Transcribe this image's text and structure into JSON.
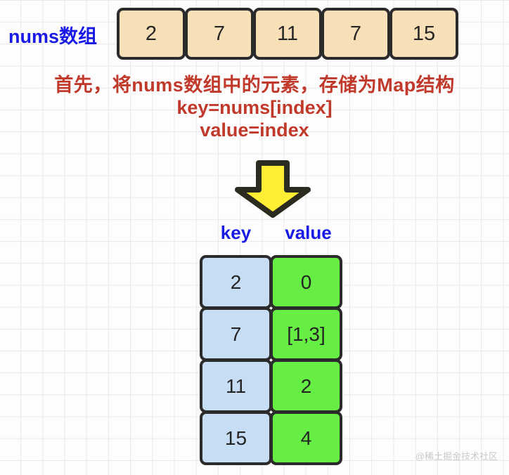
{
  "array_section": {
    "label": "nums数组",
    "values": [
      "2",
      "7",
      "11",
      "7",
      "15"
    ]
  },
  "caption": {
    "line1": "首先，将nums数组中的元素，存储为Map结构",
    "line2": "key=nums[index]",
    "line3": "value=index"
  },
  "arrow": {
    "name": "down-arrow-icon",
    "fill": "#ffee33",
    "stroke": "#2b2b20"
  },
  "map_table": {
    "headers": {
      "key": "key",
      "value": "value"
    },
    "rows": [
      {
        "key": "2",
        "value": "0"
      },
      {
        "key": "7",
        "value": "[1,3]"
      },
      {
        "key": "11",
        "value": "2"
      },
      {
        "key": "15",
        "value": "4"
      }
    ]
  },
  "watermark": {
    "text": "@稀土掘金技术社区"
  },
  "colors": {
    "array_cell_fill": "#f7e0b8",
    "key_cell_fill": "#c6ddf4",
    "value_cell_fill": "#66ee44",
    "outline": "#2b2b2b",
    "label_blue": "#1a1ae6",
    "caption_red": "#c0392b",
    "grid_line": "#e9e9e9"
  }
}
